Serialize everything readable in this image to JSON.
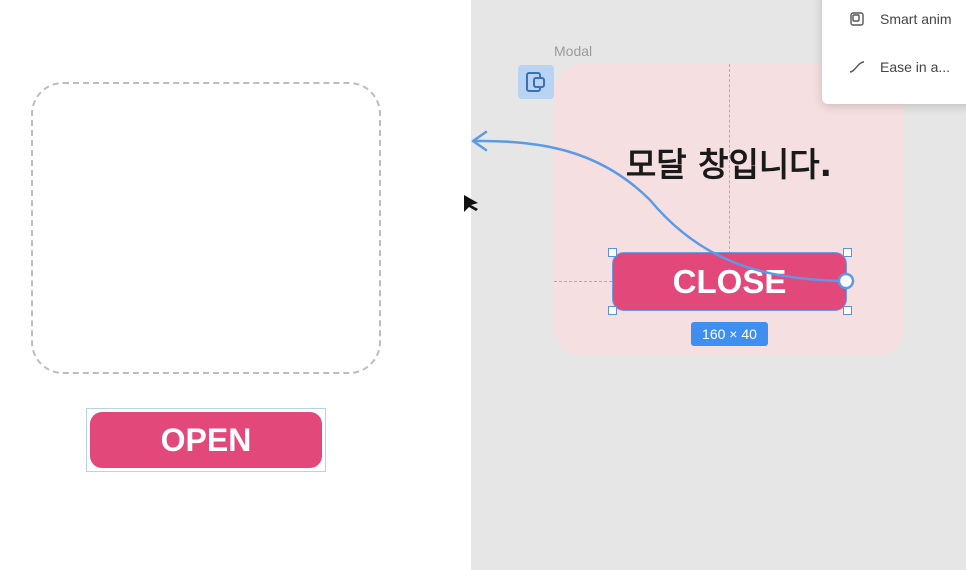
{
  "left_frame": {
    "open_button_label": "OPEN"
  },
  "modal_frame": {
    "frame_label": "Modal",
    "frame_icon": "frame-icon",
    "modal_text": "모달 창입니다.",
    "close_button_label": "CLOSE",
    "size_badge": "160 × 40"
  },
  "interaction_popup": {
    "items": [
      {
        "icon": "smart-animate-icon",
        "label": "Smart anim"
      },
      {
        "icon": "ease-curve-icon",
        "label": "Ease in a..."
      }
    ]
  },
  "colors": {
    "button_pink": "#e3487a",
    "modal_bg": "#f6dfe0",
    "selection_blue": "#3f8ff0",
    "connector_blue": "#5b9ae6"
  }
}
